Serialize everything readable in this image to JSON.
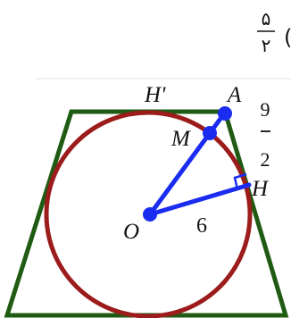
{
  "header_fraction": {
    "numerator": "۵",
    "denominator": "۲",
    "trailing": "("
  },
  "points": {
    "A": "A",
    "M": "M",
    "O": "O",
    "H": "H",
    "H_prime": "H'"
  },
  "measures": {
    "radius": "6",
    "side_fraction_numerator": "9",
    "side_fraction_denominator": "2"
  },
  "colors": {
    "trapezoid": "#1f5b12",
    "circle": "#9c1b1b",
    "segments": "#1a2cf0",
    "points": "#1a2cf0",
    "text": "#111111"
  },
  "elements": {
    "trapezoid": "isosceles trapezoid",
    "incircle": "inscribed circle",
    "segment_OA": "OA",
    "segment_OH": "OH",
    "right_angle_marker": "right-angle-at-H"
  }
}
